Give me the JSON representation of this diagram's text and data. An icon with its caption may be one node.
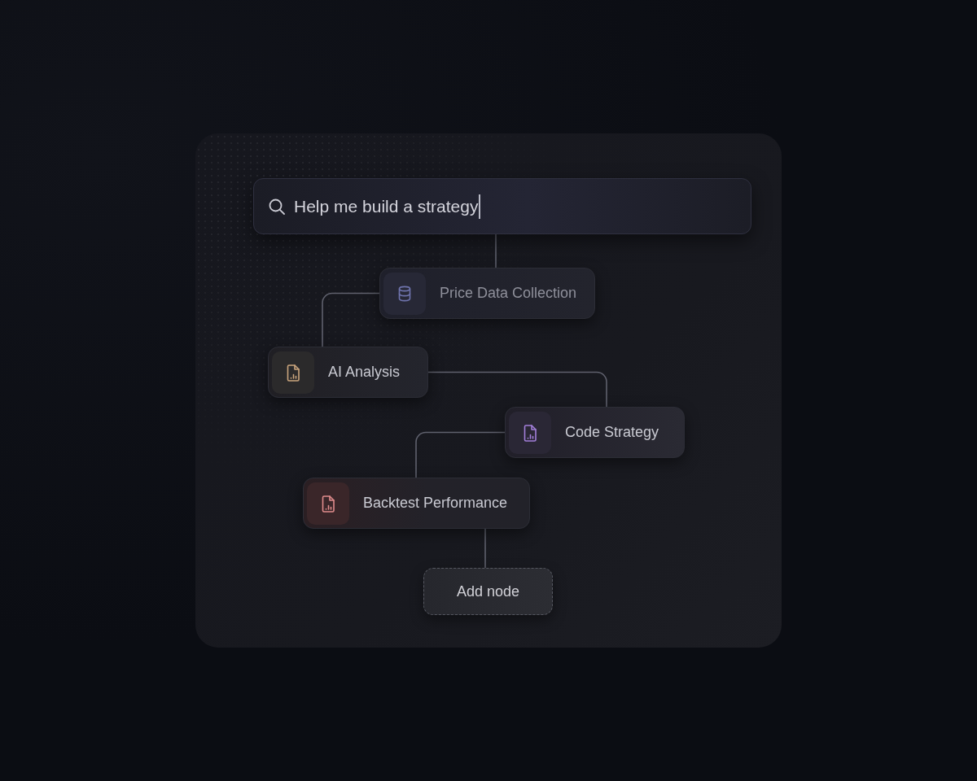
{
  "diagram": {
    "nodes": [
      {
        "text": [
          "Help me build a strategy"
        ]
      },
      {
        "text": [
          "Price Data Collection"
        ]
      },
      {
        "text": [
          "AI Analysis"
        ]
      },
      {
        "text": [
          "Code Strategy"
        ]
      },
      {
        "text": [
          "Backtest Performance"
        ]
      },
      {
        "text": [
          "Add node"
        ]
      }
    ],
    "edges": [
      {
        "from": 0,
        "to": 1,
        "arrow": "none"
      },
      {
        "from": 1,
        "to": 2,
        "arrow": "none"
      },
      {
        "from": 2,
        "to": 3,
        "arrow": "none"
      },
      {
        "from": 3,
        "to": 4,
        "arrow": "none"
      },
      {
        "from": 4,
        "to": 5,
        "arrow": "none"
      }
    ]
  }
}
